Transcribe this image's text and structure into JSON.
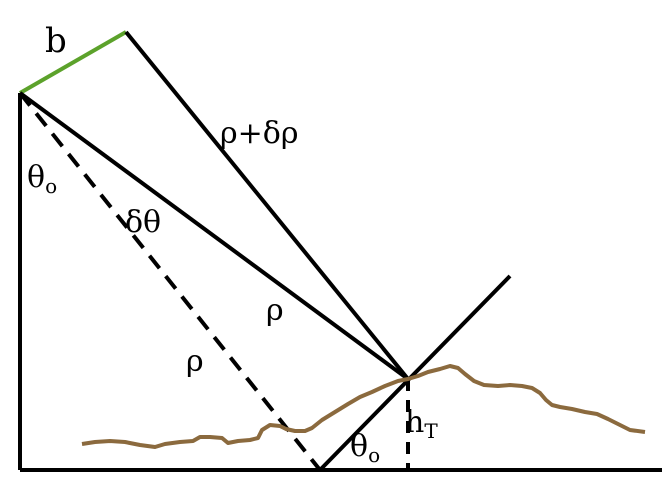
{
  "colors": {
    "line": "#000000",
    "baseline_segment": "#5ca22b",
    "terrain": "#8b6a3e",
    "background": "#ffffff"
  },
  "labels": {
    "baseline": "b",
    "range_outer": "ρ+δρ",
    "theta_left": "θ",
    "theta_left_sub": "o",
    "delta_theta": "δθ",
    "rho_solid": "ρ",
    "rho_dashed": "ρ",
    "theta_ground": "θ",
    "theta_ground_sub": "o",
    "height": "h",
    "height_sub": "T"
  }
}
